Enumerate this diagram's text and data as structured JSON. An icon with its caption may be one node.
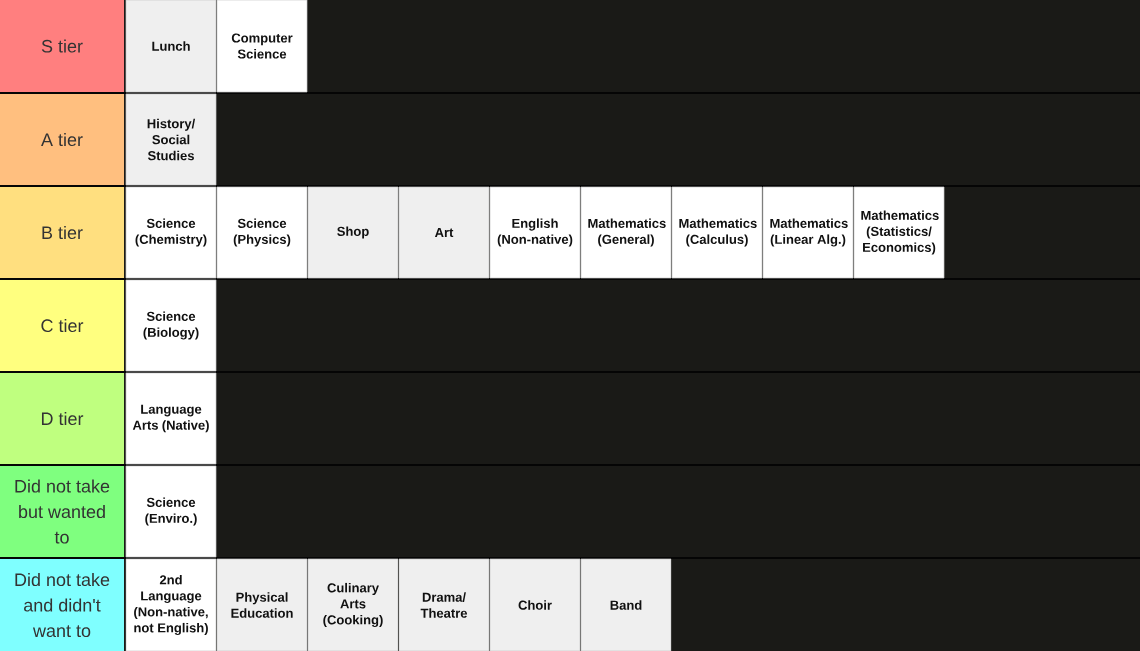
{
  "diagram": {
    "nodes": [
      {
        "text": [
          "S tier"
        ]
      },
      {
        "text": [
          "Lunch"
        ]
      },
      {
        "text": [
          "Computer Science"
        ]
      },
      {
        "text": [
          "A tier"
        ]
      },
      {
        "text": [
          "History/ Social Studies"
        ]
      },
      {
        "text": [
          "B tier"
        ]
      },
      {
        "text": [
          "Science (Chemistry)"
        ]
      },
      {
        "text": [
          "Science (Physics)"
        ]
      },
      {
        "text": [
          "Shop"
        ]
      },
      {
        "text": [
          "Art"
        ]
      },
      {
        "text": [
          "English (Non-native)"
        ]
      },
      {
        "text": [
          "Mathematics (General)"
        ]
      },
      {
        "text": [
          "Mathematics (Calculus)"
        ]
      },
      {
        "text": [
          "Mathematics (Linear Alg.)"
        ]
      },
      {
        "text": [
          "Mathematics (Statistics/ Economics)"
        ]
      },
      {
        "text": [
          "C tier"
        ]
      },
      {
        "text": [
          "Science (Biology)"
        ]
      },
      {
        "text": [
          "D tier"
        ]
      },
      {
        "text": [
          "Language Arts (Native)"
        ]
      },
      {
        "text": [
          "Did not take but wanted to"
        ]
      },
      {
        "text": [
          "Science (Enviro.)"
        ]
      },
      {
        "text": [
          "Did not take and didn't want to"
        ]
      },
      {
        "text": [
          "2nd Language (Non-native, not English)"
        ]
      },
      {
        "text": [
          "Physical Education"
        ]
      },
      {
        "text": [
          "Culinary Arts (Cooking)"
        ]
      },
      {
        "text": [
          "Drama/ Theatre"
        ]
      },
      {
        "text": [
          "Choir"
        ]
      },
      {
        "text": [
          "Band"
        ]
      }
    ]
  }
}
